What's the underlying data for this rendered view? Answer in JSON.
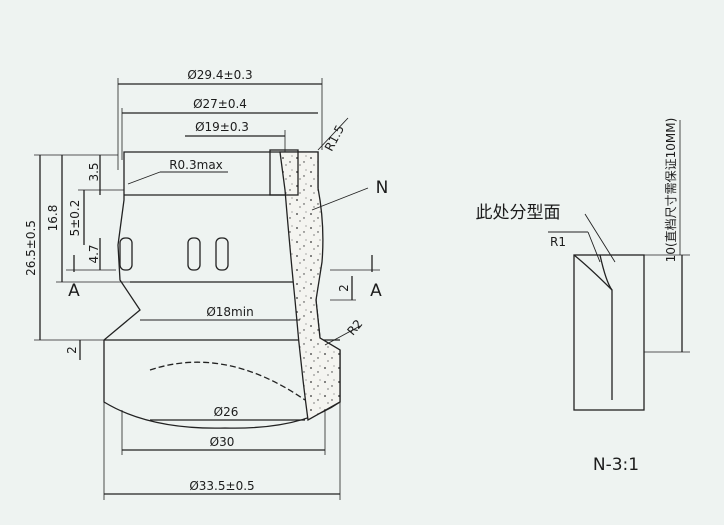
{
  "drawing": {
    "dims_horizontal": {
      "d29": "Ø29.4±0.3",
      "d27": "Ø27±0.4",
      "d19": "Ø19±0.3",
      "d18": "Ø18min",
      "d26": "Ø26",
      "d30": "Ø30",
      "d33": "Ø33.5±0.5"
    },
    "dims_vertical": {
      "h26": "26.5±0.5",
      "h16": "16.8",
      "h5": "5±0.2",
      "h35": "3.5",
      "h47": "4.7",
      "h2a": "2",
      "h2b": "2"
    },
    "radii": {
      "r15": "R1.5",
      "r03": "R0.3max",
      "r2": "R2"
    },
    "section_marks": {
      "left": "A",
      "right": "A"
    },
    "callout_n": "N",
    "detail": {
      "parting_note": "此处分型面",
      "radius": "R1",
      "side_note": "10(直档尺寸需保证10MM)",
      "title": "N-3:1"
    }
  }
}
